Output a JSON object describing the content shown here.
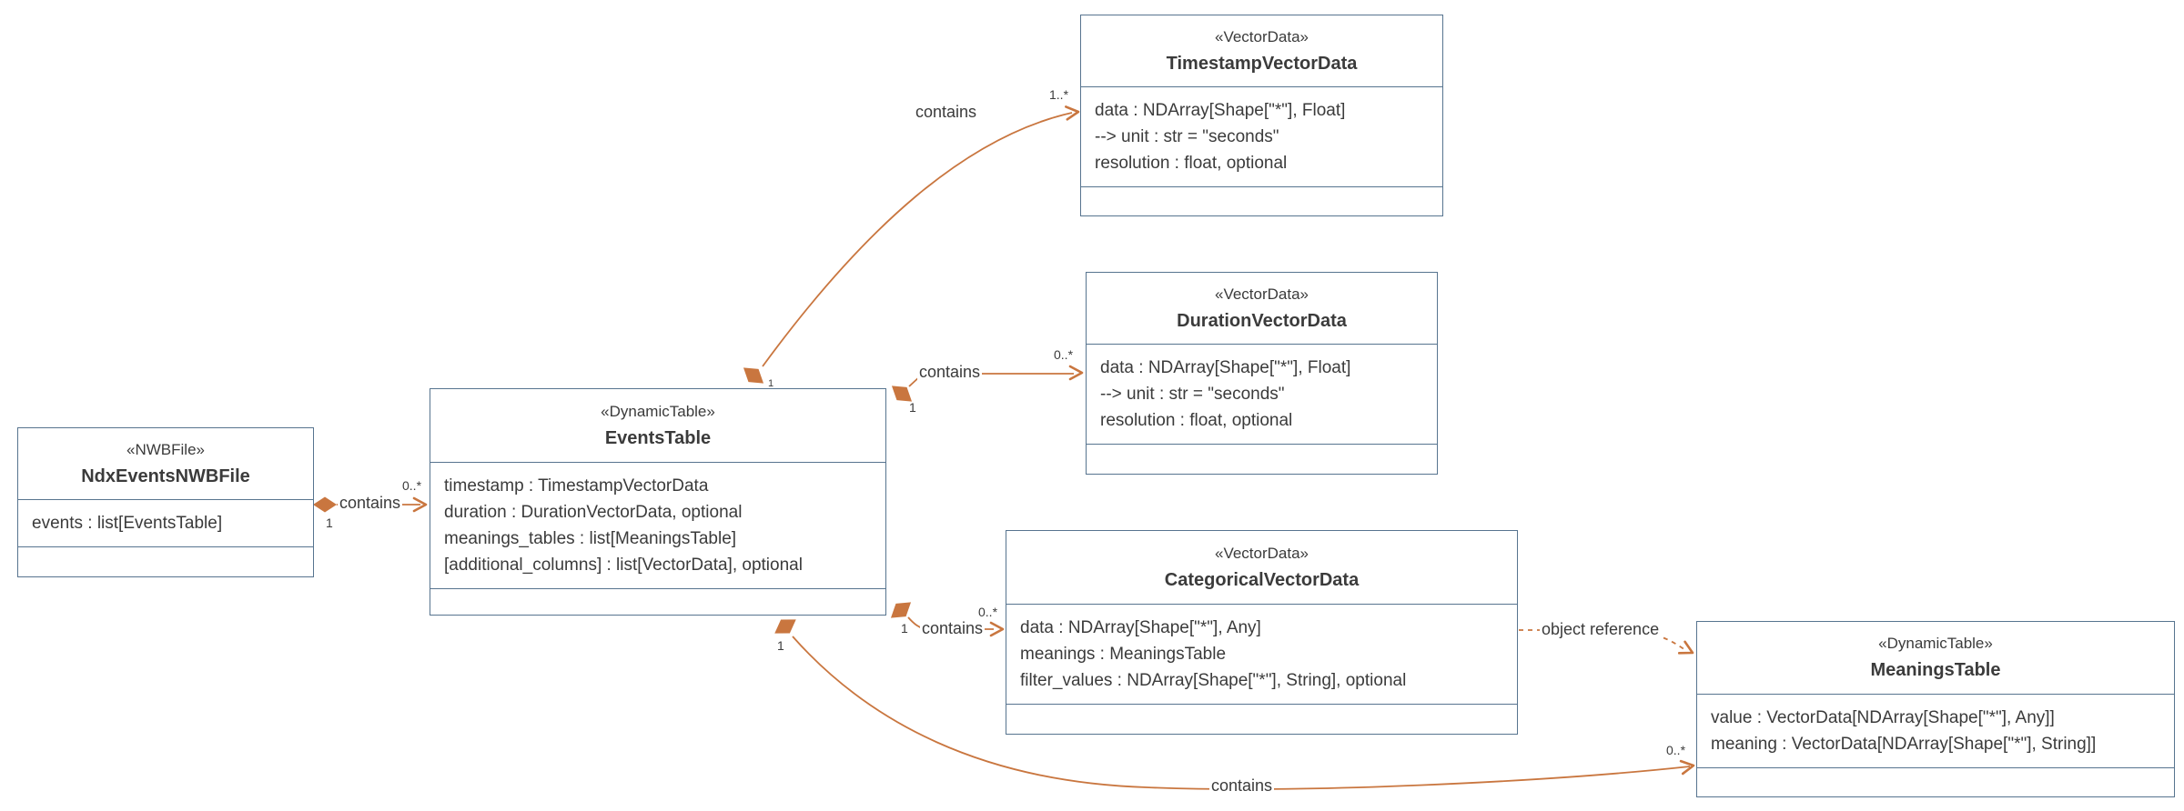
{
  "diagram": {
    "colors": {
      "relation": "#c9763f",
      "border": "#57748f",
      "text": "#3b3b3b"
    },
    "classes": {
      "ndx_events_nwbfile": {
        "stereotype": "«NWBFile»",
        "name": "NdxEventsNWBFile",
        "attributes": [
          "events : list[EventsTable]"
        ]
      },
      "events_table": {
        "stereotype": "«DynamicTable»",
        "name": "EventsTable",
        "attributes": [
          "timestamp : TimestampVectorData",
          "duration : DurationVectorData, optional",
          "meanings_tables : list[MeaningsTable]",
          "[additional_columns] : list[VectorData], optional"
        ]
      },
      "timestamp_vector_data": {
        "stereotype": "«VectorData»",
        "name": "TimestampVectorData",
        "attributes": [
          "data : NDArray[Shape[\"*\"], Float]",
          "--> unit : str = \"seconds\"",
          "resolution : float, optional"
        ]
      },
      "duration_vector_data": {
        "stereotype": "«VectorData»",
        "name": "DurationVectorData",
        "attributes": [
          "data : NDArray[Shape[\"*\"], Float]",
          "--> unit : str = \"seconds\"",
          "resolution : float, optional"
        ]
      },
      "categorical_vector_data": {
        "stereotype": "«VectorData»",
        "name": "CategoricalVectorData",
        "attributes": [
          "data : NDArray[Shape[\"*\"], Any]",
          "meanings : MeaningsTable",
          "filter_values : NDArray[Shape[\"*\"], String], optional"
        ]
      },
      "meanings_table": {
        "stereotype": "«DynamicTable»",
        "name": "MeaningsTable",
        "attributes": [
          "value : VectorData[NDArray[Shape[\"*\"], Any]]",
          "meaning : VectorData[NDArray[Shape[\"*\"], String]]"
        ]
      }
    },
    "relations": {
      "file_contains_events": {
        "label": "contains",
        "source_mult": "1",
        "target_mult": "0..*"
      },
      "events_contains_timestamp": {
        "label": "contains",
        "source_mult": "1",
        "target_mult": "1..*"
      },
      "events_contains_duration": {
        "label": "contains",
        "source_mult": "1",
        "target_mult": "0..*"
      },
      "events_contains_categorical": {
        "label": "contains",
        "source_mult": "1",
        "target_mult": "0..*"
      },
      "events_contains_meanings": {
        "label": "contains",
        "source_mult": "1",
        "target_mult": "0..*"
      },
      "categorical_references_meanings": {
        "label": "object reference"
      }
    }
  }
}
